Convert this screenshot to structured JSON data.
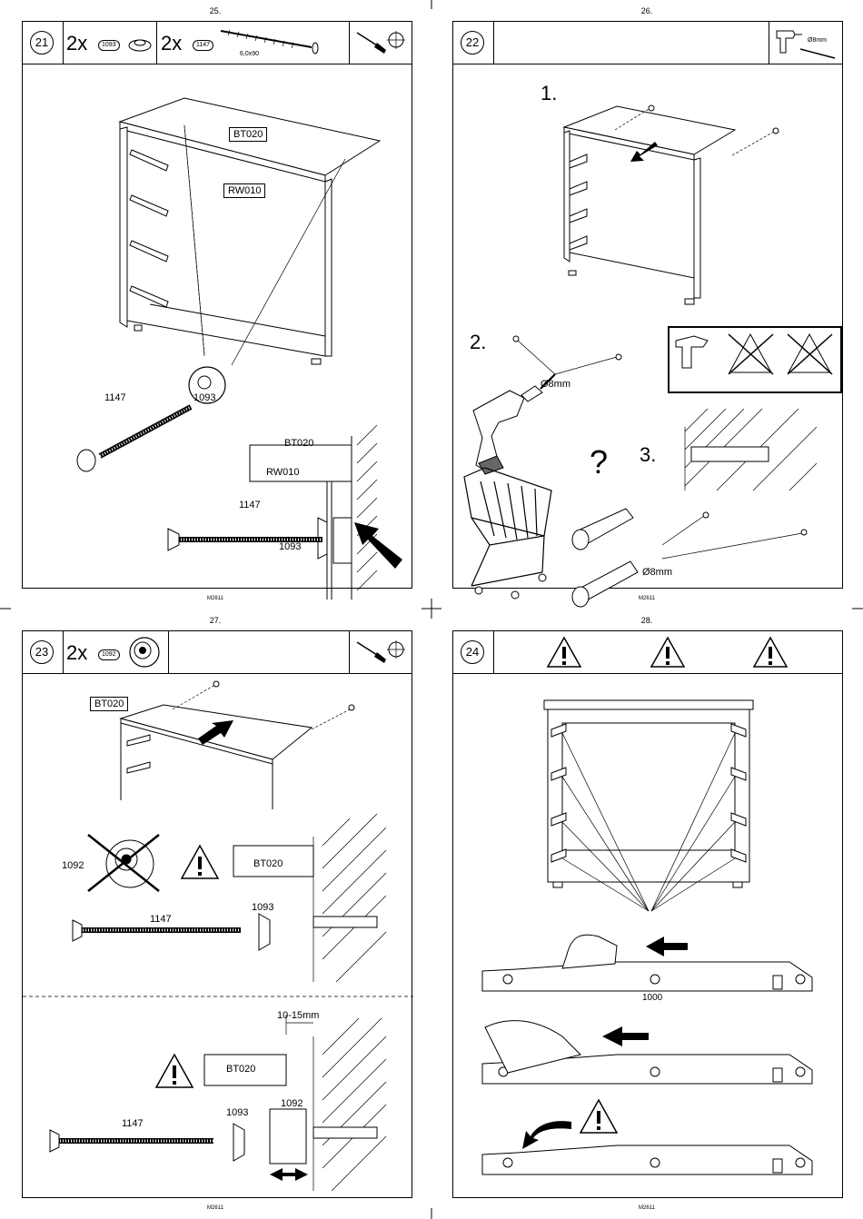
{
  "page_numbers": [
    "25.",
    "26.",
    "27.",
    "28."
  ],
  "footer_code": "M2611",
  "panels": {
    "p21": {
      "step": "21",
      "items": [
        {
          "qty": "2x",
          "part": "1093"
        },
        {
          "qty": "2x",
          "part": "1147",
          "size": "6,0x90"
        }
      ],
      "labels": {
        "top": "BT020",
        "side": "RW010",
        "screw": "1147",
        "cap": "1093"
      },
      "detail": {
        "top": "BT020",
        "side": "RW010",
        "screw": "1147",
        "cap": "1093"
      }
    },
    "p22": {
      "step": "22",
      "drill_size_header": "Ø8mm",
      "sub1": "1.",
      "sub2": "2.",
      "sub3": "3.",
      "drill_label": "Ø8mm",
      "question": "?",
      "plug_label": "Ø8mm"
    },
    "p23": {
      "step": "23",
      "items": [
        {
          "qty": "2x",
          "part": "1092"
        }
      ],
      "top_label": "BT020",
      "part_crossed": "1092",
      "detail1": {
        "top": "BT020",
        "cap": "1093",
        "screw": "1147"
      },
      "detail2": {
        "gap": "10-15mm",
        "top": "BT020",
        "cap": "1093",
        "screw": "1147",
        "adjuster": "1092"
      }
    },
    "p24": {
      "step": "24",
      "slide_label": "1000"
    }
  }
}
